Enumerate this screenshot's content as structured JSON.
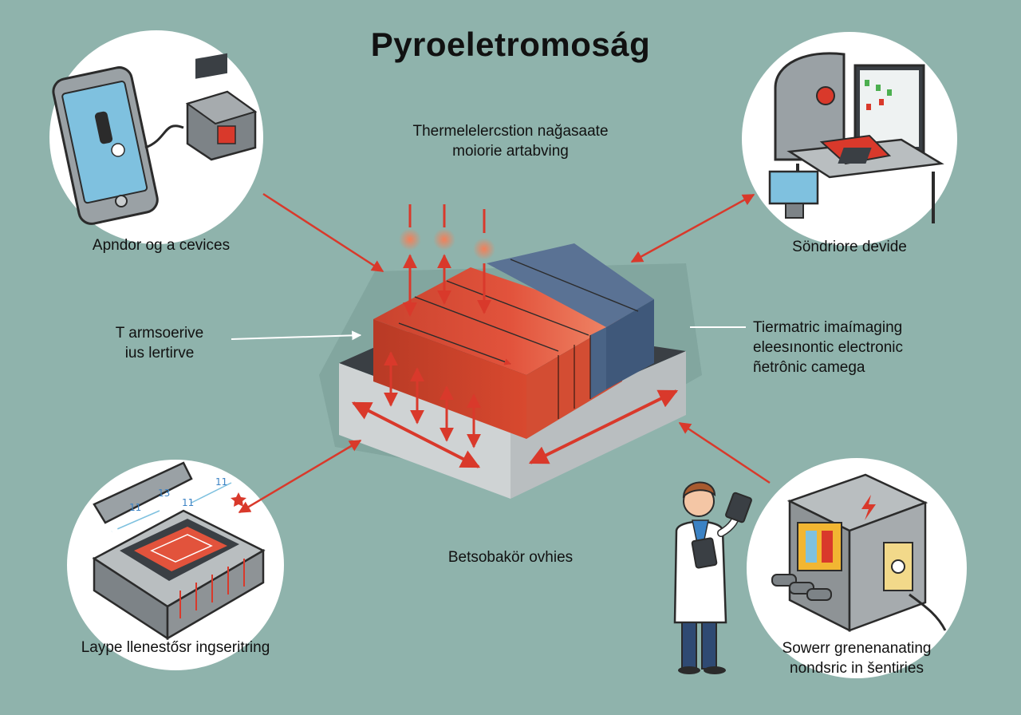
{
  "title": "Pyroeletromoság",
  "top_caption": {
    "line1": "Thermelelercstion nağasaate",
    "line2": "moiorie artabving"
  },
  "left_caption": {
    "line1": "T armsoerive",
    "line2": "ius lertirve"
  },
  "right_caption": {
    "line1": "Tiermatric imaímaging",
    "line2": "eleesınontic electronic",
    "line3": "ñetrônic camega"
  },
  "bottom_caption": "Betsobakör ovhies",
  "circles": {
    "top_left": {
      "label": "Apndor og a cevices"
    },
    "top_right": {
      "label": "Söndriore devide"
    },
    "bottom_left": {
      "label": "Laype llenestősr ingseritring",
      "numbers": [
        "11",
        "13",
        "11",
        "11"
      ]
    },
    "bottom_right": {
      "label_line1": "Sowerr grenenanating",
      "label_line2": "nondsric  in šentiries"
    }
  },
  "colors": {
    "background": "#8fb3ac",
    "accent_red": "#d9392b",
    "module_blue": "#4a6486",
    "device_gray": "#8e9396"
  }
}
